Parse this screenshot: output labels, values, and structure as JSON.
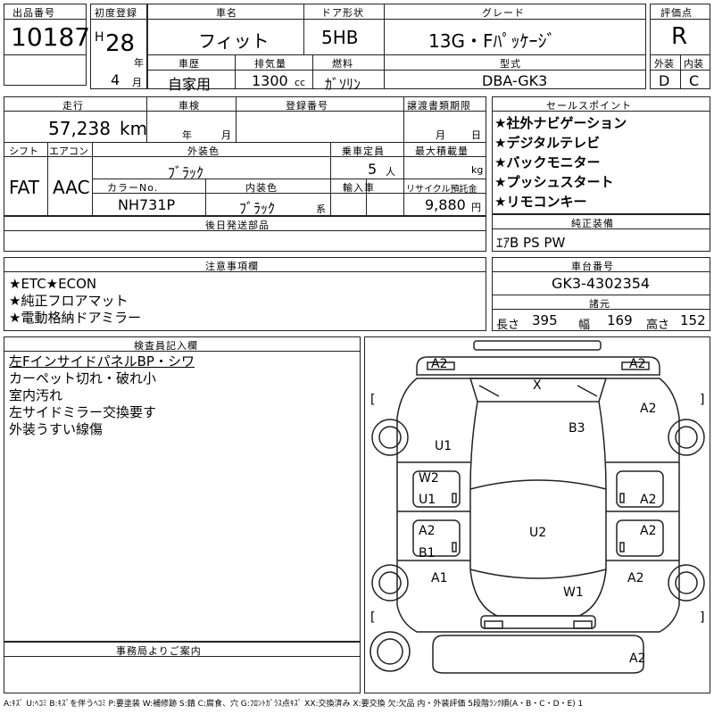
{
  "header": {
    "lot_label": "出品番号",
    "lot_no": "10187",
    "first_reg_label": "初度登録",
    "era": "H",
    "year": "28",
    "year_unit": "年",
    "month": "4",
    "month_unit": "月",
    "car_name_label": "車名",
    "car_name": "フィット",
    "door_label": "ドア形状",
    "door": "5HB",
    "grade_label": "グレード",
    "grade": "13G・Fﾊﾟｯｹｰｼﾞ",
    "score_label": "評価点",
    "score": "R",
    "history_label": "車歴",
    "history": "自家用",
    "displacement_label": "排気量",
    "displacement": "1300",
    "displacement_unit": "cc",
    "fuel_label": "燃料",
    "fuel": "ｶﾞｿﾘﾝ",
    "model_label": "型式",
    "model": "DBA-GK3",
    "exterior_grade_label": "外装",
    "exterior_grade": "D",
    "interior_grade_label": "内装",
    "interior_grade": "C"
  },
  "details": {
    "mileage_label": "走行",
    "mileage": "57,238",
    "mileage_unit": "km",
    "inspection_label": "車検",
    "inspection_year_unit": "年",
    "inspection_month_unit": "月",
    "reg_no_label": "登録番号",
    "transfer_label": "譲渡書類期限",
    "transfer_month_unit": "月",
    "transfer_day_unit": "日",
    "shift_label": "シフト",
    "shift": "FAT",
    "ac_label": "エアコン",
    "ac": "AAC",
    "ext_color_label": "外装色",
    "ext_color": "ﾌﾞﾗｯｸ",
    "capacity_label": "乗車定員",
    "capacity": "5",
    "capacity_unit": "人",
    "max_load_label": "最大積載量",
    "max_load_unit": "kg",
    "color_no_label": "カラーNo.",
    "color_no": "NH731P",
    "int_color_label": "内装色",
    "int_color": "ﾌﾞﾗｯｸ",
    "int_color_unit": "系",
    "import_label": "輸入車",
    "recycle_label": "リサイクル預託金",
    "recycle": "9,880",
    "recycle_unit": "円",
    "later_parts_label": "後日発送部品"
  },
  "sales_points": {
    "label": "セールスポイント",
    "items": [
      "★社外ナビゲーション",
      "★デジタルテレビ",
      "★バックモニター",
      "★プッシュスタート",
      "★リモコンキー"
    ]
  },
  "standard_equipment": {
    "label": "純正装備",
    "value": "ｴｱB PS PW"
  },
  "notes": {
    "label": "注意事項欄",
    "items": [
      "★ETC★ECON",
      "★純正フロアマット",
      "★電動格納ドアミラー"
    ]
  },
  "chassis": {
    "label": "車台番号",
    "value": "GK3-4302354"
  },
  "dimensions": {
    "label": "諸元",
    "length_label": "長さ",
    "length": "395",
    "width_label": "幅",
    "width": "169",
    "height_label": "高さ",
    "height": "152"
  },
  "inspector": {
    "label": "検査員記入欄",
    "items": [
      "左FインサイドパネルBP・シワ",
      "カーペット切れ・破れ小",
      "室内汚れ",
      "左サイドミラー交換要す",
      "外装うすい線傷"
    ]
  },
  "office": {
    "label": "事務局よりご案内"
  },
  "diagram_marks": {
    "front_left_top": "A2",
    "front_right_top": "A2",
    "windshield": "X",
    "bracket_left": "[",
    "bracket_right": "]",
    "right_front_fender": "A2",
    "hood_b3": "B3",
    "left_front_fender": "U1",
    "left_front_door_w": "W2",
    "left_front_door_u": "U1",
    "right_front_door": "A2",
    "left_rear_door_a": "A2",
    "left_rear_door_b": "B1",
    "roof": "U2",
    "right_rear_door": "A2",
    "left_rear_fender": "A1",
    "right_rear_fender": "A2",
    "trunk": "W1",
    "bracket_left2": "[",
    "bracket_right2": "]",
    "rear_bumper": "A2"
  },
  "legend": "A:ｷｽﾞ U:ﾍｺﾐ B:ｷｽﾞを伴うﾍｺﾐ P:要塗装 W:補修跡 S:錆 C:腐食、穴 G:ﾌﾛﾝﾄｶﾞﾗｽ点ｷｽﾞ XX:交換済み X:要交換 欠:欠品 内・外装評価 5段階ﾗﾝｸ順(A・B・C・D・E) 1"
}
